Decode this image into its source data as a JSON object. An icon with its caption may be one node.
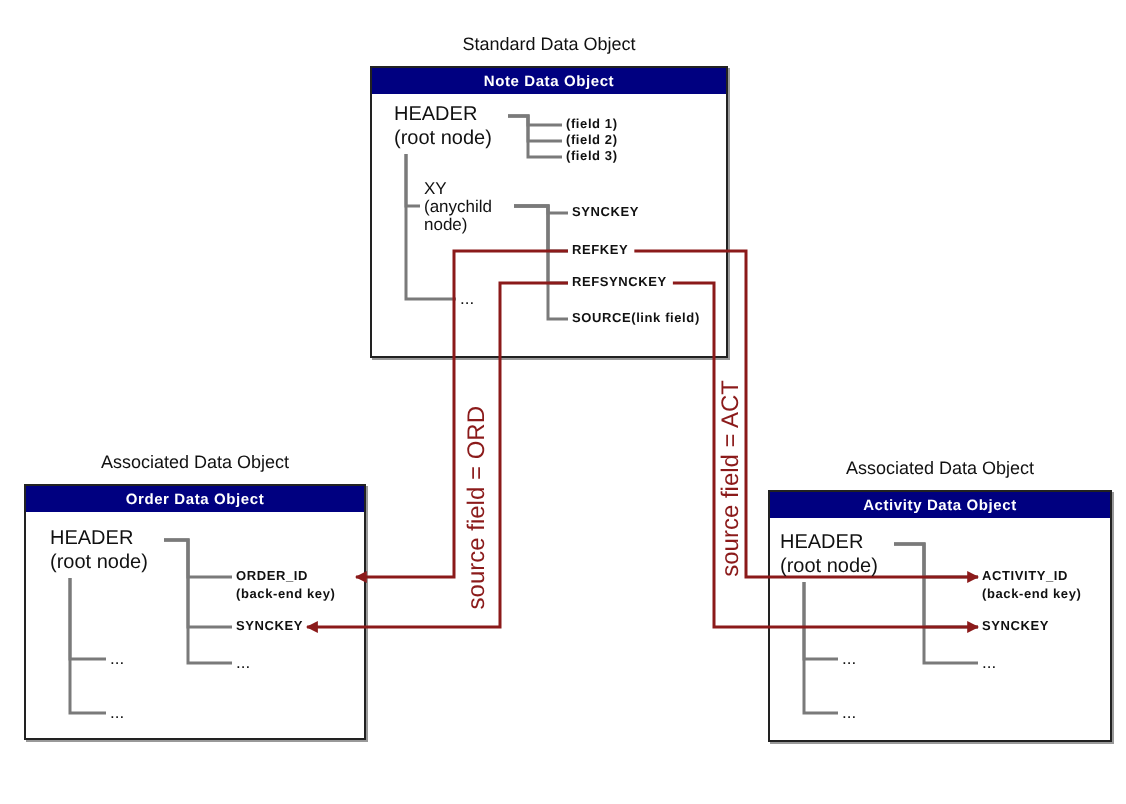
{
  "diagram": {
    "nodes": [
      {
        "text": [
          "Standard Data Object",
          "Note Data Object"
        ]
      },
      {
        "text": [
          "HEADER (root node)"
        ],
        "in": 0
      },
      {
        "text": [
          "(field 1)"
        ],
        "in": 0
      },
      {
        "text": [
          "(field 2)"
        ],
        "in": 0
      },
      {
        "text": [
          "(field 3)"
        ],
        "in": 0
      },
      {
        "text": [
          "XY (anychild node)"
        ],
        "in": 0
      },
      {
        "text": [
          "..."
        ],
        "in": 0
      },
      {
        "text": [
          "SYNCKEY"
        ],
        "in": 0
      },
      {
        "text": [
          "REFKEY"
        ],
        "in": 0
      },
      {
        "text": [
          "REFSYNCKEY"
        ],
        "in": 0
      },
      {
        "text": [
          "SOURCE(link field)"
        ],
        "in": 0
      },
      {
        "text": [
          "Associated Data Object",
          "Order Data Object"
        ]
      },
      {
        "text": [
          "HEADER (root node)"
        ],
        "in": 11
      },
      {
        "text": [
          "ORDER_ID (back-end key)"
        ],
        "in": 11
      },
      {
        "text": [
          "SYNCKEY"
        ],
        "in": 11
      },
      {
        "text": [
          "..."
        ],
        "in": 11
      },
      {
        "text": [
          "..."
        ],
        "in": 11
      },
      {
        "text": [
          "..."
        ],
        "in": 11
      },
      {
        "text": [
          "Associated Data Object",
          "Activity Data Object"
        ]
      },
      {
        "text": [
          "HEADER (root node)"
        ],
        "in": 18
      },
      {
        "text": [
          "ACTIVITY_ID (back-end key)"
        ],
        "in": 18
      },
      {
        "text": [
          "SYNCKEY"
        ],
        "in": 18
      },
      {
        "text": [
          "..."
        ],
        "in": 18
      },
      {
        "text": [
          "..."
        ],
        "in": 18
      },
      {
        "text": [
          "..."
        ],
        "in": 18
      }
    ],
    "edges": [
      {
        "from": 1,
        "to": 2,
        "arrow": "none"
      },
      {
        "from": 1,
        "to": 3,
        "arrow": "none"
      },
      {
        "from": 1,
        "to": 4,
        "arrow": "none"
      },
      {
        "from": 1,
        "to": 5,
        "arrow": "none"
      },
      {
        "from": 1,
        "to": 6,
        "arrow": "none"
      },
      {
        "from": 5,
        "to": 7,
        "arrow": "none"
      },
      {
        "from": 5,
        "to": 8,
        "arrow": "none"
      },
      {
        "from": 5,
        "to": 9,
        "arrow": "none"
      },
      {
        "from": 5,
        "to": 10,
        "arrow": "none"
      },
      {
        "from": 12,
        "to": 13,
        "arrow": "none"
      },
      {
        "from": 12,
        "to": 14,
        "arrow": "none"
      },
      {
        "from": 12,
        "to": 15,
        "arrow": "none"
      },
      {
        "from": 12,
        "to": 16,
        "arrow": "none"
      },
      {
        "from": 12,
        "to": 17,
        "arrow": "none"
      },
      {
        "from": 19,
        "to": 20,
        "arrow": "none"
      },
      {
        "from": 19,
        "to": 21,
        "arrow": "none"
      },
      {
        "from": 19,
        "to": 22,
        "arrow": "none"
      },
      {
        "from": 19,
        "to": 23,
        "arrow": "none"
      },
      {
        "from": 19,
        "to": 24,
        "arrow": "none"
      },
      {
        "from": 8,
        "to": 13,
        "arrow": "to",
        "color": "#8b1a1a",
        "label": "source field = ORD"
      },
      {
        "from": 9,
        "to": 14,
        "arrow": "to",
        "color": "#8b1a1a"
      },
      {
        "from": 8,
        "to": 20,
        "arrow": "to",
        "color": "#8b1a1a",
        "label": "source field = ACT"
      },
      {
        "from": 9,
        "to": 21,
        "arrow": "to",
        "color": "#8b1a1a"
      }
    ]
  }
}
